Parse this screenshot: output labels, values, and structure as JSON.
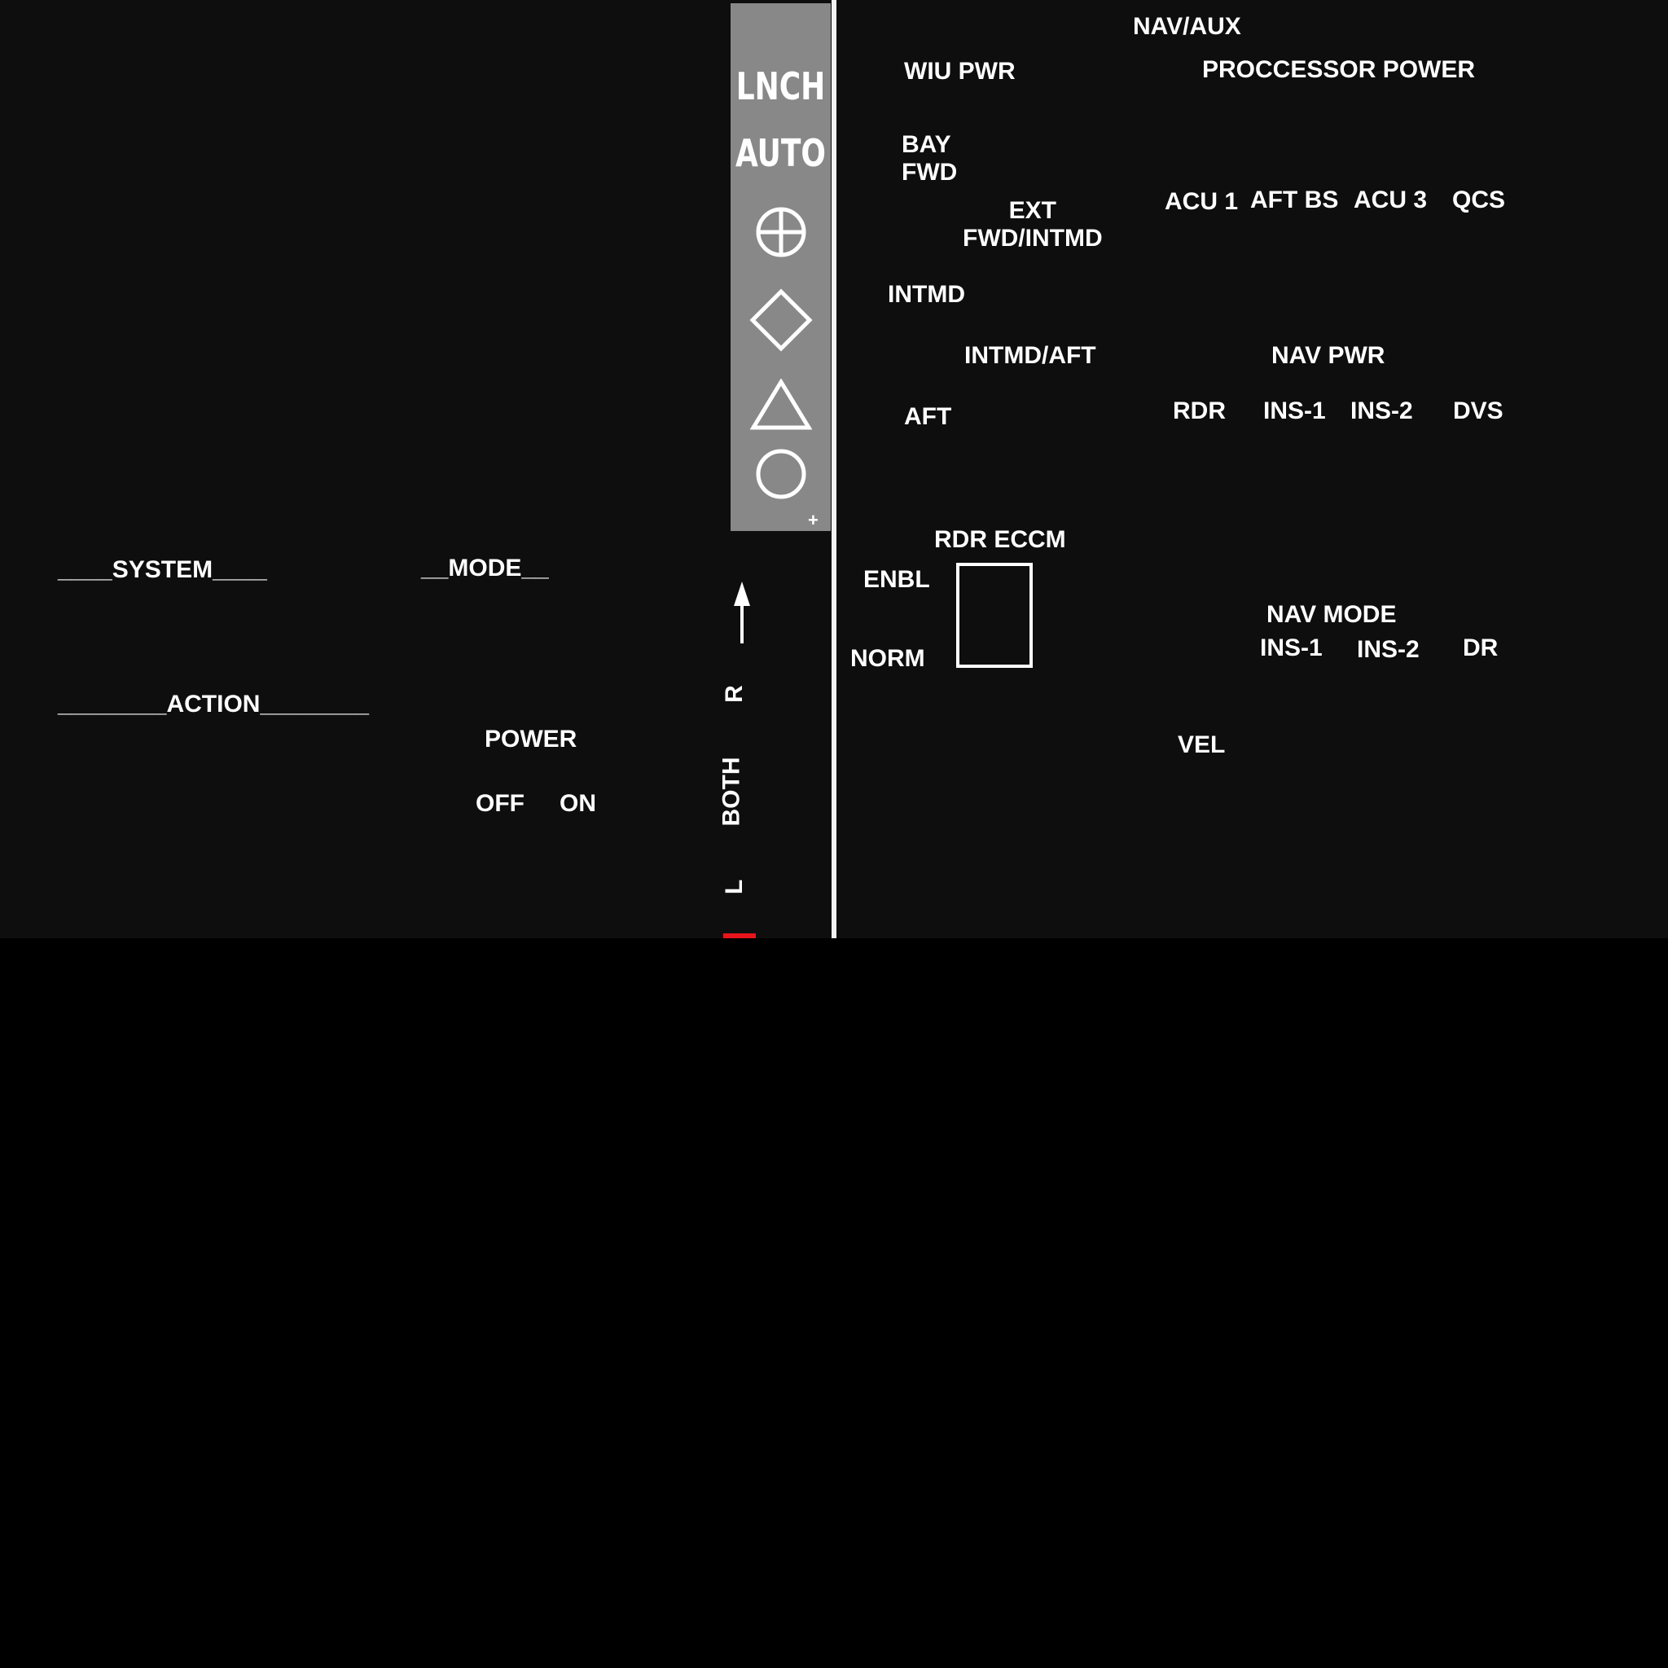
{
  "colors": {
    "panel_background": "#0e0e0e",
    "outside_background": "#000000",
    "strip_background": "#888888",
    "text": "#ffffff",
    "indicator_red": "#e8141c"
  },
  "left_section": {
    "system_label": "____SYSTEM____",
    "mode_label": "__MODE__",
    "action_label": "________ACTION________",
    "power": {
      "title": "POWER",
      "off": "OFF",
      "on": "ON"
    }
  },
  "launch_strip": {
    "lnch": "LNCH",
    "auto": "AUTO",
    "icons": [
      "crosshair-circle-icon",
      "diamond-icon",
      "triangle-icon",
      "circle-icon"
    ],
    "corner_mark": "+"
  },
  "selector": {
    "icon": "arrow-up-icon",
    "options": [
      "R",
      "BOTH",
      "L"
    ]
  },
  "weapons_bay": {
    "title": "WIU PWR",
    "positions": {
      "bay": "BAY",
      "fwd": "FWD",
      "ext": "EXT",
      "fwd_intmd": "FWD/INTMD",
      "intmd": "INTMD",
      "intmd_aft": "INTMD/AFT",
      "aft": "AFT"
    }
  },
  "rdr_eccm": {
    "title": "RDR ECCM",
    "enbl": "ENBL",
    "norm": "NORM"
  },
  "nav_aux": {
    "title": "NAV/AUX",
    "processor_power": {
      "title": "PROCCESSOR POWER",
      "items": [
        "ACU 1",
        "AFT BS",
        "ACU 3",
        "QCS"
      ]
    },
    "nav_pwr": {
      "title": "NAV PWR",
      "items": [
        "RDR",
        "INS-1",
        "INS-2",
        "DVS"
      ]
    },
    "nav_mode": {
      "title": "NAV MODE",
      "items": [
        "INS-1",
        "INS-2",
        "DR"
      ]
    },
    "vel": "VEL"
  }
}
